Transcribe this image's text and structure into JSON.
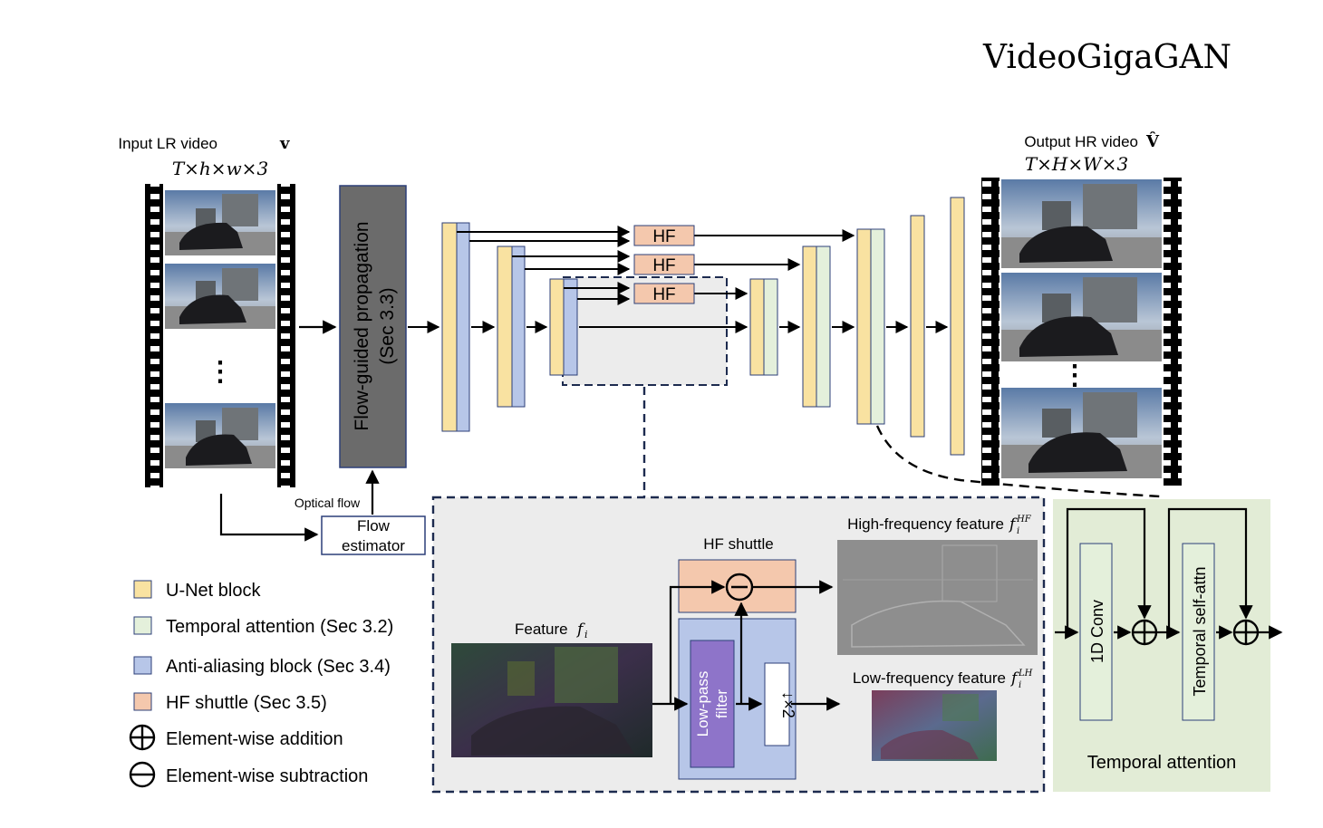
{
  "title": "VideoGigaGAN",
  "input": {
    "label": "Input LR video",
    "symbol": "v",
    "dims": "T×h×w×3",
    "ellipsis": "⋮"
  },
  "output": {
    "label": "Output HR video",
    "symbol": "V̂",
    "dims": "T×H×W×3",
    "ellipsis": "⋮"
  },
  "flow_propagation": {
    "line1": "Flow-guided propagation",
    "line2": "(Sec 3.3)"
  },
  "flow_estimator": {
    "line1": "Flow",
    "line2": "estimator",
    "optical_flow_label": "Optical flow"
  },
  "hf_label": "HF",
  "legend": [
    {
      "kind": "swatch",
      "color": "#f9e2a1",
      "label": "U-Net block"
    },
    {
      "kind": "swatch",
      "color": "#e4f0db",
      "label": "Temporal attention (Sec 3.2)"
    },
    {
      "kind": "swatch",
      "color": "#b7c6e8",
      "label": "Anti-aliasing block (Sec 3.4)"
    },
    {
      "kind": "swatch",
      "color": "#f4c8ad",
      "label": "HF shuttle (Sec 3.5)"
    },
    {
      "kind": "plus",
      "label": "Element-wise addition"
    },
    {
      "kind": "minus",
      "label": "Element-wise subtraction"
    }
  ],
  "detail": {
    "hf_shuttle_title": "HF shuttle",
    "feature_label": "Feature",
    "feature_symbol": "f",
    "feature_sub": "i",
    "low_pass_line1": "Low-pass",
    "low_pass_line2": "filter",
    "downsample": "↓×2",
    "high_freq_label": "High-frequency feature",
    "high_freq_sup": "HF",
    "low_freq_label": "Low-frequency feature",
    "low_freq_sup": "LH"
  },
  "temporal_attention": {
    "conv_label": "1D Conv",
    "self_attn_label": "Temporal self-attn",
    "title": "Temporal attention"
  },
  "colors": {
    "unet": "#f9e2a1",
    "temporal": "#e4f0db",
    "antialias": "#b7c6e8",
    "hf": "#f4c8ad",
    "propagation": "#6b6b6b",
    "lowpass": "#8e74c9",
    "detail_bg": "#ececec",
    "temporal_bg": "#e2ecd6",
    "dash": "#1d2b4f"
  }
}
